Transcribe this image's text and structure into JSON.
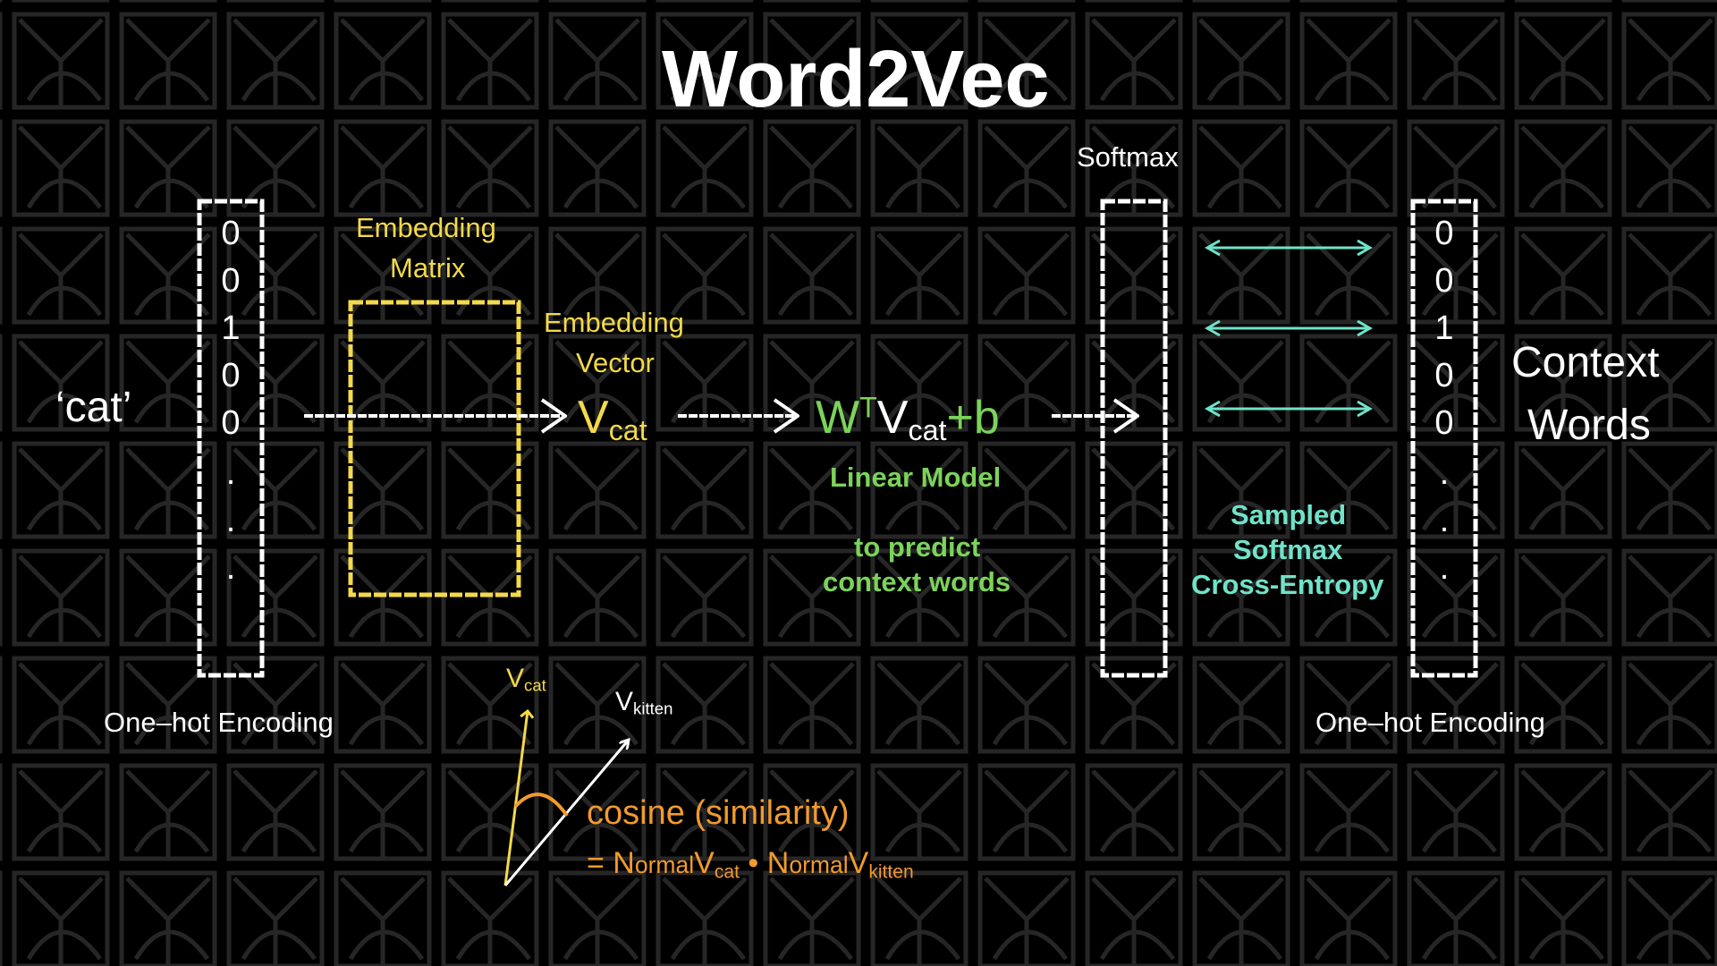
{
  "title": "Word2Vec",
  "input": {
    "word": "‘cat’",
    "one_hot": [
      "0",
      "0",
      "1",
      "0",
      "0",
      ".",
      ".",
      "."
    ],
    "encoding_label": "One–hot Encoding"
  },
  "embedding": {
    "matrix_line1": "Embedding",
    "matrix_line2": "Matrix",
    "vector_line1": "Embedding",
    "vector_line2": "Vector",
    "v_base": "V",
    "v_sub": "cat"
  },
  "linear_model": {
    "w": "W",
    "w_sup": "T",
    "v": "V",
    "v_sub": "cat",
    "plus_b": "+b",
    "label": "Linear Model",
    "desc_line1": "to predict",
    "desc_line2": "context words"
  },
  "softmax": {
    "label": "Softmax",
    "sampled_line1": "Sampled",
    "sampled_line2": "Softmax",
    "sampled_line3": "Cross-Entropy"
  },
  "output": {
    "one_hot": [
      "0",
      "0",
      "1",
      "0",
      "0",
      ".",
      ".",
      "."
    ],
    "encoding_label": "One–hot Encoding",
    "context_line1": "Context",
    "context_line2": "Words"
  },
  "similarity": {
    "vcat_base": "V",
    "vcat_sub": "cat",
    "vkitten_base": "V",
    "vkitten_sub": "kitten",
    "cosine_label": "cosine (similarity)",
    "eq_prefix": "= N",
    "normal_small": "ormal",
    "eq_v1": "V",
    "eq_sub1": "cat",
    "eq_dot": " • N",
    "eq_v2": "V",
    "eq_sub2": "kitten"
  },
  "colors": {
    "background": "#000000",
    "pattern": "#262626",
    "white": "#ffffff",
    "yellow": "#f4d94a",
    "green": "#7bd35a",
    "cyan": "#6fe3c9",
    "orange": "#f29a2e"
  }
}
